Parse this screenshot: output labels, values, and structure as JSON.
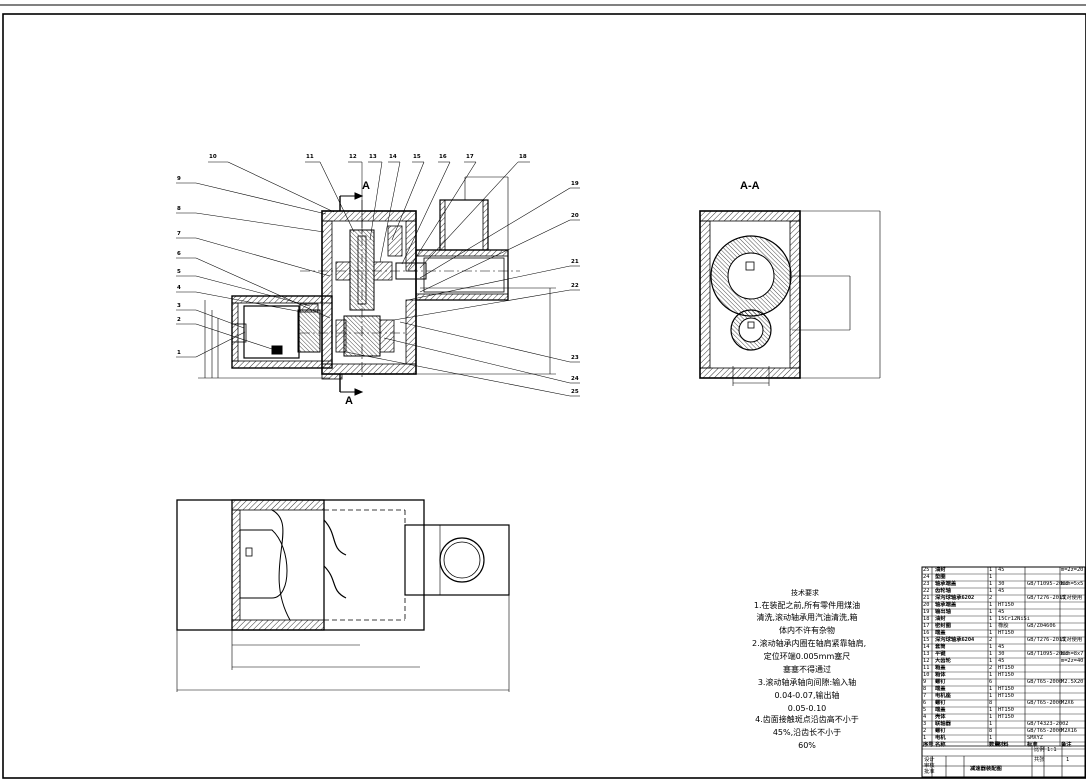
{
  "drawing": {
    "section_label": "A-A",
    "cut_letter_top": "A",
    "cut_letter_bottom": "A",
    "part_numbers": [
      "1",
      "2",
      "3",
      "4",
      "5",
      "6",
      "7",
      "8",
      "9",
      "10",
      "11",
      "12",
      "13",
      "14",
      "15",
      "16",
      "17",
      "18",
      "19",
      "20",
      "21",
      "22",
      "23",
      "24",
      "25"
    ]
  },
  "technical_requirements": {
    "title": "技术要求",
    "lines": [
      "1.在装配之前,所有零件用煤油",
      "清洗,滚动轴承用汽油清洗,箱",
      "体内不许有杂物",
      "2.滚动轴承内圈在轴肩紧靠轴肩,",
      "定位环端0.005mm塞尺",
      "塞塞不得通过",
      "3.滚动轴承轴向间隙:输入轴",
      "0.04-0.07,输出轴",
      "0.05-0.10",
      "4.齿面接触斑点沿齿高不小于",
      "45%,沿齿长不小于",
      "60%"
    ]
  },
  "bom": {
    "rows": [
      {
        "no": "25",
        "name": "油封",
        "qty": "1",
        "material": "45",
        "standard": "",
        "remark": "m=2z=20"
      },
      {
        "no": "24",
        "name": "垫圈",
        "qty": "1",
        "material": "",
        "standard": "",
        "remark": ""
      },
      {
        "no": "23",
        "name": "轴承端盖",
        "qty": "1",
        "material": "30",
        "standard": "GB/T1095-2003",
        "remark": "bxh=5x5"
      },
      {
        "no": "22",
        "name": "齿轮轴",
        "qty": "1",
        "material": "45",
        "standard": "",
        "remark": ""
      },
      {
        "no": "21",
        "name": "深沟球轴承6202",
        "qty": "2",
        "material": "",
        "standard": "GB/T276-2013",
        "remark": "成对使用"
      },
      {
        "no": "20",
        "name": "轴承端盖",
        "qty": "1",
        "material": "HT150",
        "standard": "",
        "remark": ""
      },
      {
        "no": "19",
        "name": "输出轴",
        "qty": "1",
        "material": "45",
        "standard": "",
        "remark": ""
      },
      {
        "no": "18",
        "name": "油封",
        "qty": "1",
        "material": "15Cr12NiSi",
        "standard": "",
        "remark": ""
      },
      {
        "no": "17",
        "name": "密封圈",
        "qty": "1",
        "material": "橡胶",
        "standard": "GB/Z04606",
        "remark": ""
      },
      {
        "no": "16",
        "name": "端盖",
        "qty": "1",
        "material": "HT150",
        "standard": "",
        "remark": ""
      },
      {
        "no": "15",
        "name": "深沟球轴承6204",
        "qty": "2",
        "material": "",
        "standard": "GB/T276-2013",
        "remark": "成对使用"
      },
      {
        "no": "14",
        "name": "套筒",
        "qty": "1",
        "material": "45",
        "standard": "",
        "remark": ""
      },
      {
        "no": "13",
        "name": "平键",
        "qty": "1",
        "material": "30",
        "standard": "GB/T1095-2003",
        "remark": "bxh=8x7"
      },
      {
        "no": "12",
        "name": "大齿轮",
        "qty": "1",
        "material": "45",
        "standard": "",
        "remark": "m=2z=40"
      },
      {
        "no": "11",
        "name": "箱盖",
        "qty": "2",
        "material": "HT150",
        "standard": "",
        "remark": ""
      },
      {
        "no": "10",
        "name": "箱体",
        "qty": "1",
        "material": "HT150",
        "standard": "",
        "remark": ""
      },
      {
        "no": "9",
        "name": "螺钉",
        "qty": "6",
        "material": "",
        "standard": "GB/T65-2000",
        "remark": "M2.5X20"
      },
      {
        "no": "8",
        "name": "端盖",
        "qty": "1",
        "material": "HT150",
        "standard": "",
        "remark": ""
      },
      {
        "no": "7",
        "name": "电机座",
        "qty": "1",
        "material": "HT150",
        "standard": "",
        "remark": ""
      },
      {
        "no": "6",
        "name": "螺钉",
        "qty": "8",
        "material": "",
        "standard": "GB/T65-2000",
        "remark": "M2X6"
      },
      {
        "no": "5",
        "name": "端盖",
        "qty": "1",
        "material": "HT150",
        "standard": "",
        "remark": ""
      },
      {
        "no": "4",
        "name": "壳体",
        "qty": "1",
        "material": "HT150",
        "standard": "",
        "remark": ""
      },
      {
        "no": "3",
        "name": "联轴器",
        "qty": "1",
        "material": "",
        "standard": "GB/T4323-2002",
        "remark": ""
      },
      {
        "no": "2",
        "name": "螺钉",
        "qty": "8",
        "material": "",
        "standard": "GB/T65-2000",
        "remark": "M2X16"
      },
      {
        "no": "1",
        "name": "电机",
        "qty": "1",
        "material": "",
        "standard": "SMXYZ",
        "remark": ""
      }
    ],
    "header": {
      "no": "序号",
      "name": "名称",
      "qty": "数量",
      "material": "材料",
      "standard": "标准",
      "remark": "备注"
    }
  },
  "title_block": {
    "drawing_name": "减速器装配图",
    "scale_label": "比例",
    "scale_value": "1:1",
    "sheet_label": "共张",
    "sheet_value": "1",
    "designed_label": "设计",
    "checked_label": "审核",
    "approved_label": "批准"
  },
  "colors": {
    "ink": "#000000",
    "paper": "#ffffff"
  }
}
